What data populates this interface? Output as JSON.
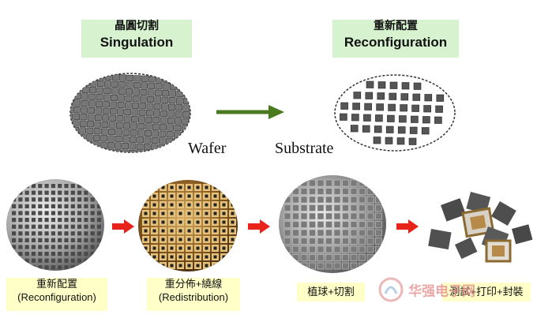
{
  "top": {
    "singulation": {
      "zh": "晶圓切割",
      "en": "Singulation"
    },
    "reconfiguration": {
      "zh": "重新配置",
      "en": "Reconfiguration"
    },
    "wafer_label": "Wafer",
    "substrate_label": "Substrate"
  },
  "steps": [
    {
      "zh": "重新配置",
      "en": "(Reconfiguration)"
    },
    {
      "zh": "重分佈+繞線",
      "en": "(Redistribution)"
    },
    {
      "zh": "植球+切割",
      "en": ""
    },
    {
      "zh": "測試+打印+封裝",
      "en": ""
    }
  ],
  "watermark": {
    "text": "华强电子网"
  },
  "colors": {
    "green_label": "#d6f2cf",
    "yellow_label": "#ffffc8",
    "arrow_green": "#4a7a1e",
    "arrow_red": "#e8231a"
  }
}
